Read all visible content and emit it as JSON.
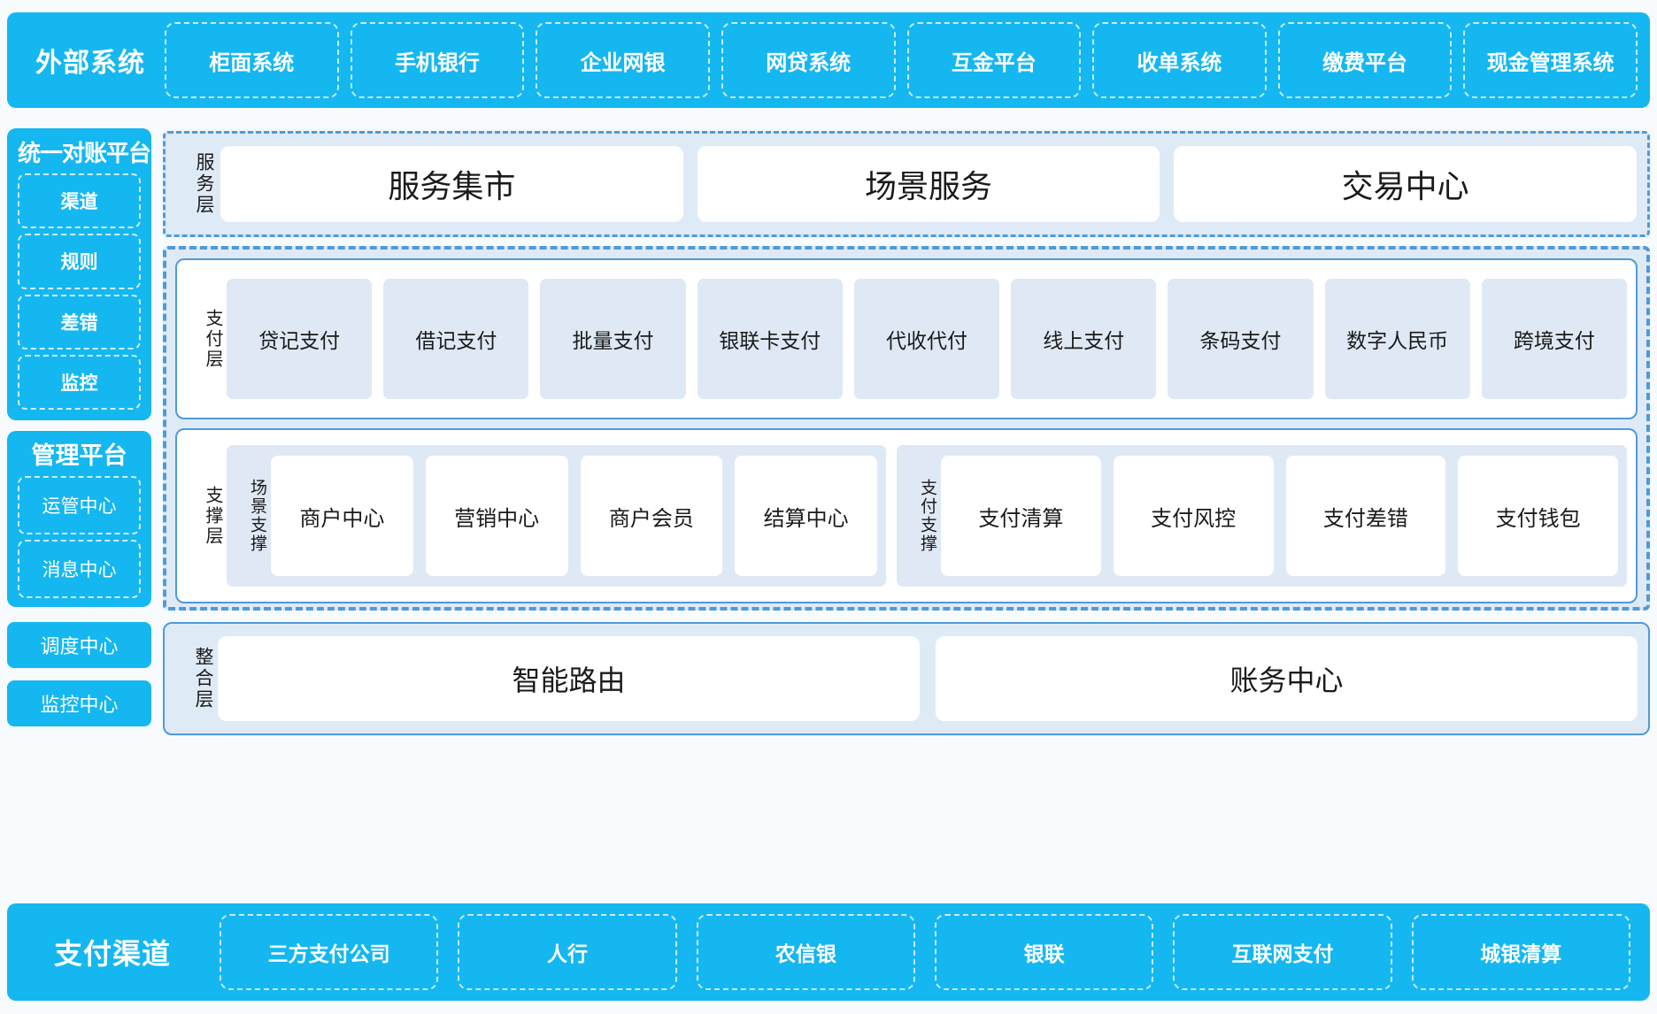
{
  "external": {
    "title": "外部系统",
    "items": [
      "柜面系统",
      "手机银行",
      "企业网银",
      "网贷系统",
      "互金平台",
      "收单系统",
      "缴费平台",
      "现金管理系统"
    ]
  },
  "sidebar": {
    "recon": {
      "title": "统一对账平台",
      "items": [
        "渠道",
        "规则",
        "差错",
        "监控"
      ]
    },
    "mgmt": {
      "title": "管理平台",
      "items": [
        "运管中心",
        "消息中心"
      ]
    },
    "standalone": [
      "调度中心",
      "监控中心"
    ]
  },
  "service_layer": {
    "label": "服务层",
    "items": [
      "服务集市",
      "场景服务",
      "交易中心"
    ]
  },
  "payment_layer": {
    "label": "支付层",
    "items": [
      "贷记支付",
      "借记支付",
      "批量支付",
      "银联卡支付",
      "代收代付",
      "线上支付",
      "条码支付",
      "数字人民币",
      "跨境支付"
    ]
  },
  "support_layer": {
    "label": "支撑层",
    "groups": [
      {
        "label": "场景支撑",
        "items": [
          "商户中心",
          "营销中心",
          "商户会员",
          "结算中心"
        ]
      },
      {
        "label": "支付支撑",
        "items": [
          "支付清算",
          "支付风控",
          "支付差错",
          "支付钱包"
        ]
      }
    ]
  },
  "integration_layer": {
    "label": "整合层",
    "items": [
      "智能路由",
      "账务中心"
    ]
  },
  "channels": {
    "title": "支付渠道",
    "items": [
      "三方支付公司",
      "人行",
      "农信银",
      "银联",
      "互联网支付",
      "城银清算"
    ]
  },
  "colors": {
    "brand_blue": "#15b7f0",
    "panel_fill": "#dfeaf7",
    "panel_border": "#4f9ada",
    "chip_fill": "#dfe9f5",
    "page_bg": "#f7fbfd"
  }
}
